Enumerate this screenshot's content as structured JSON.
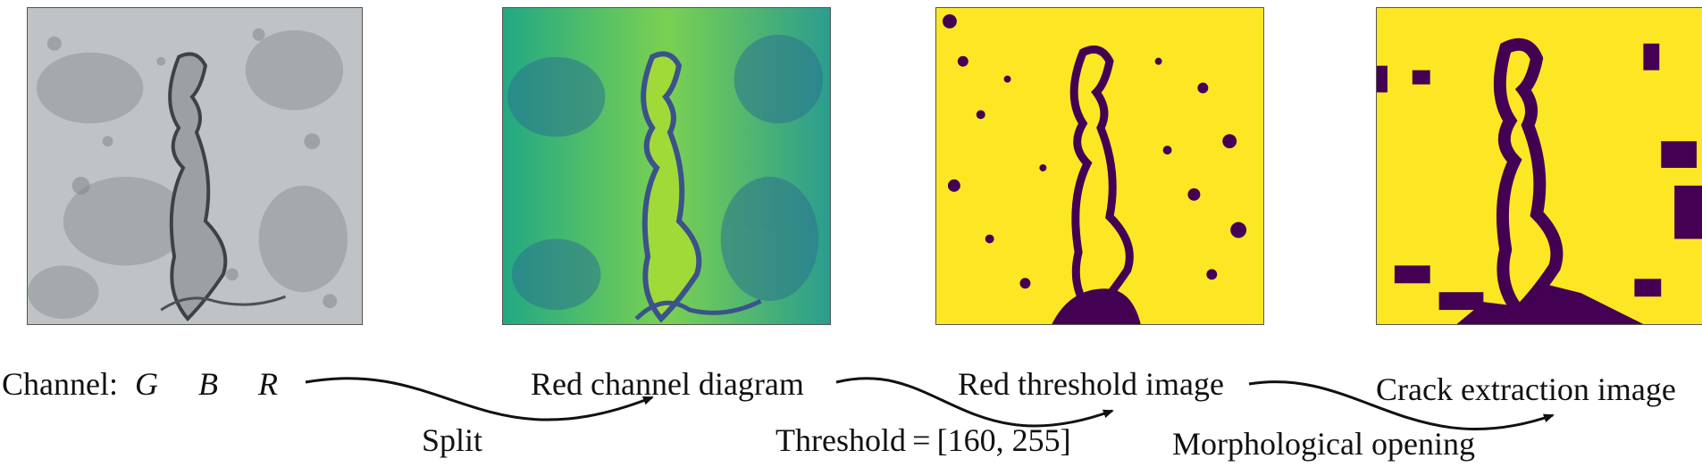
{
  "panels": [
    {
      "name": "original-pavement-photo"
    },
    {
      "name": "red-channel-diagram-image"
    },
    {
      "name": "red-threshold-image"
    },
    {
      "name": "crack-extraction-image"
    }
  ],
  "labels": {
    "channel_prefix": "Channel:",
    "channel_g": "G",
    "channel_b": "B",
    "channel_r": "R",
    "red_channel": "Red channel diagram",
    "red_threshold": "Red threshold image",
    "crack_extraction": "Crack extraction image"
  },
  "steps": {
    "split": "Split",
    "threshold": "Threshold = [160, 255]",
    "morph": "Morphological opening"
  },
  "colors": {
    "viridis_yellow": "#fde725",
    "viridis_purple": "#440154",
    "viridis_green": "#35b779",
    "viridis_teal": "#21918c",
    "pavement_gray": "#b8bcbe"
  }
}
